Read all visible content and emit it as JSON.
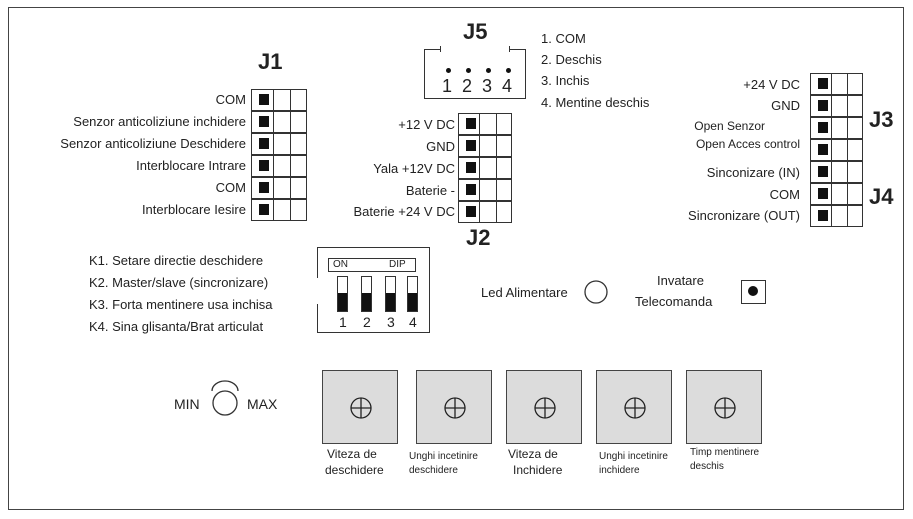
{
  "j1": {
    "header": "J1",
    "pins": [
      "COM",
      "Senzor anticoliziune inchidere",
      "Senzor anticoliziune Deschidere",
      "Interblocare Intrare",
      "COM",
      "Interblocare Iesire"
    ]
  },
  "j2": {
    "header": "J2",
    "pins": [
      "+12 V DC",
      "GND",
      "Yala +12V DC",
      "Baterie -",
      "Baterie +24 V DC"
    ]
  },
  "j3": {
    "header": "J3",
    "pins": [
      "+24 V DC",
      "GND",
      "Open Senzor",
      "Open Acces control"
    ]
  },
  "j4": {
    "header": "J4",
    "pins": [
      "Sinconizare (IN)",
      "COM",
      "Sincronizare (OUT)"
    ]
  },
  "j5": {
    "header": "J5",
    "pin_numbers": [
      "1",
      "2",
      "3",
      "4"
    ],
    "legend": [
      "1. COM",
      "2. Deschis",
      "3. Inchis",
      "4. Mentine deschis"
    ]
  },
  "dip": {
    "on_label": "ON",
    "dip_label": "DIP",
    "numbers": [
      "1",
      "2",
      "3",
      "4"
    ],
    "legend": [
      "K1. Setare directie deschidere",
      "K2. Master/slave (sincronizare)",
      "K3.  Forta mentinere usa inchisa",
      "K4. Sina glisanta/Brat articulat"
    ]
  },
  "led": {
    "label": "Led Alimentare"
  },
  "remote": {
    "label_line1": "Invatare",
    "label_line2": "Telecomanda"
  },
  "knob": {
    "min_label": "MIN",
    "max_label": "MAX"
  },
  "pots": [
    {
      "line1": "Viteza de",
      "line2": "deschidere"
    },
    {
      "line1": "Unghi incetinire",
      "line2": "deschidere"
    },
    {
      "line1": "Viteza de",
      "line2": "Inchidere"
    },
    {
      "line1": "Unghi incetinire",
      "line2": "inchidere"
    },
    {
      "line1": "Timp mentinere",
      "line2": "deschis"
    }
  ]
}
